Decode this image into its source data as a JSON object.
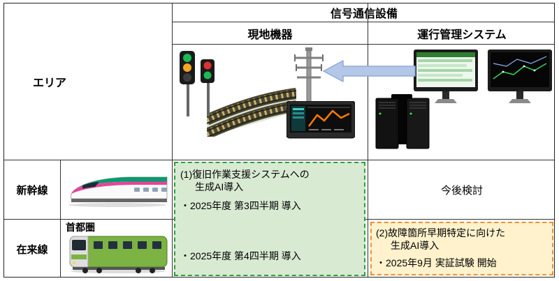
{
  "header": {
    "title": "信号通信設備",
    "col_field": "現地機器",
    "col_system": "運行管理システム",
    "area": "エリア"
  },
  "rows": {
    "shinkansen": {
      "label": "新幹線"
    },
    "conventional": {
      "label": "在来線",
      "sublabel": "首都圏"
    }
  },
  "green_box": {
    "title_line1": "(1)復旧作業支援システムへの",
    "title_line2": "生成AI導入",
    "shinkansen_item": "・2025年度 第3四半期 導入",
    "conventional_item": "・2025年度 第4四半期 導入"
  },
  "system_column": {
    "shinkansen_status": "今後検討"
  },
  "orange_box": {
    "title_line1": "(2)故障箇所早期特定に向けた",
    "title_line2": "生成AI導入",
    "item": "・2025年9月 実証試験 開始"
  },
  "icons": {
    "signal": "railway-signal-icon",
    "tracks": "railway-tracks-icon",
    "antenna": "antenna-mast-icon",
    "field_monitor": "field-monitor-icon",
    "arrow": "left-arrow-icon",
    "monitors": "control-monitors-icon",
    "servers": "server-rack-icon",
    "shinkansen_train": "shinkansen-train-icon",
    "commuter_train": "commuter-train-icon"
  },
  "colors": {
    "green_box_bg": "#d9ead3",
    "green_box_border": "#2f9e3c",
    "orange_box_bg": "#fff2cc",
    "orange_box_border": "#ed9137",
    "arrow_fill": "#b4c7e7",
    "table_line": "#333333"
  }
}
